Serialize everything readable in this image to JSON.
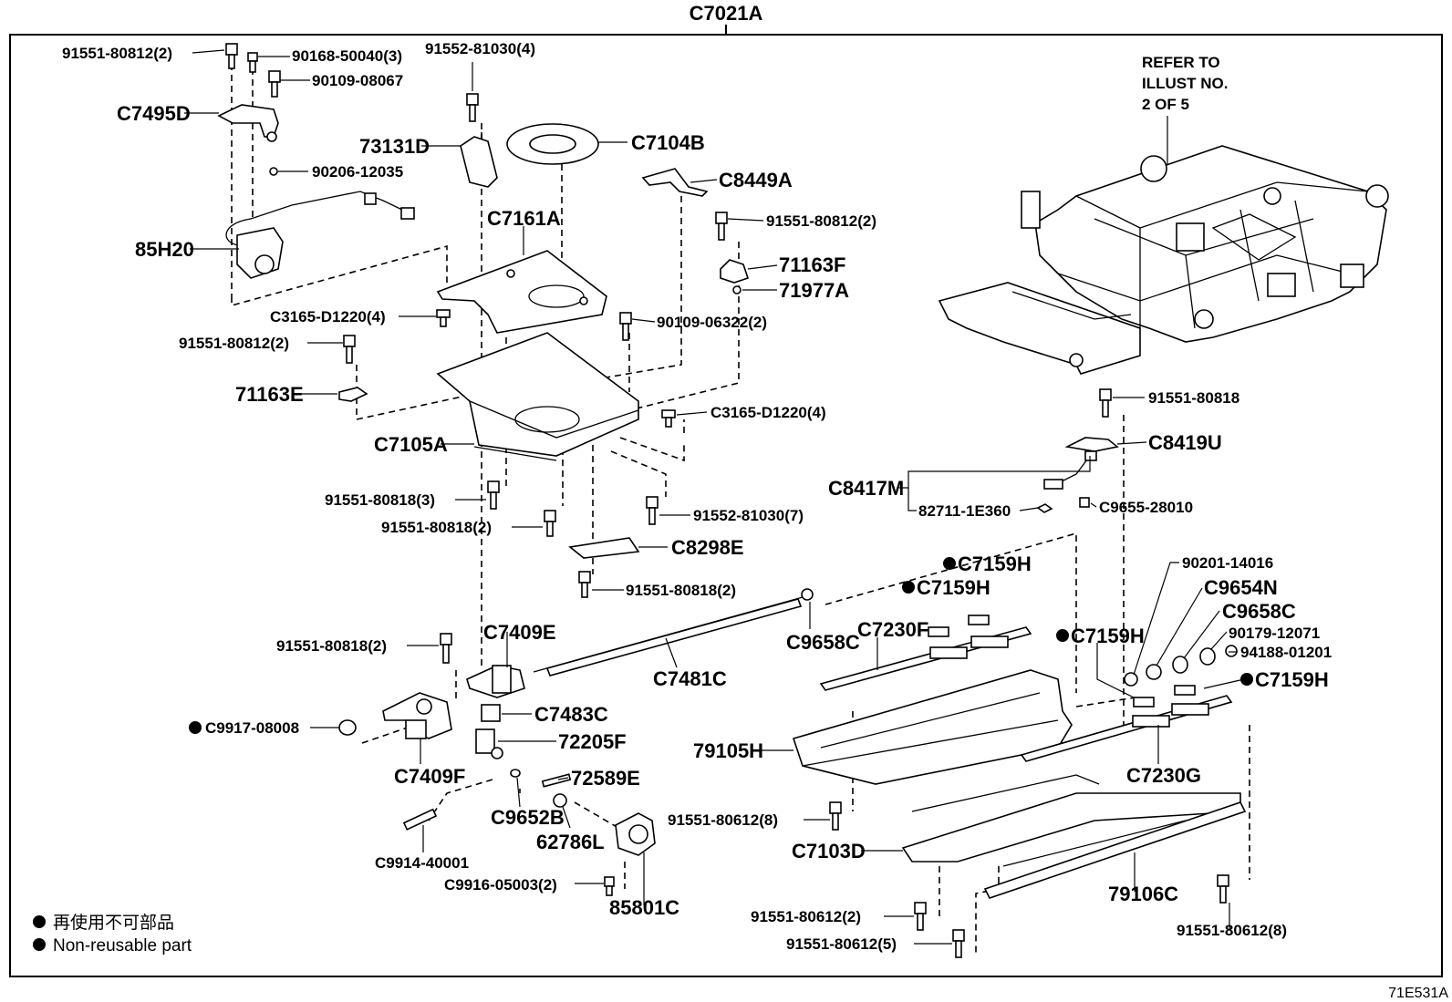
{
  "assembly_label": "C7021A",
  "figure_code": "71E531A",
  "reference_note": [
    "REFER TO",
    "ILLUST NO.",
    "2 OF 5"
  ],
  "legend": {
    "japanese": "再使用不可部品",
    "english": "Non-reusable part"
  },
  "callouts": {
    "p01": "91551-80812(2)",
    "p02": "90168-50040(3)",
    "p03": "91552-81030(4)",
    "p04": "90109-08067",
    "p05": "C7495D",
    "p06": "73131D",
    "p07": "C7104B",
    "p08": "90206-12035",
    "p09": "C8449A",
    "p10": "85H20",
    "p11": "C7161A",
    "p12": "91551-80812(2)",
    "p13": "71163F",
    "p14": "71977A",
    "p15": "C3165-D1220(4)",
    "p16": "90109-06322(2)",
    "p17": "91551-80812(2)",
    "p18": "71163E",
    "p19": "C3165-D1220(4)",
    "p20": "C7105A",
    "p21": "91551-80818",
    "p22": "C8419U",
    "p23": "C8417M",
    "p24": "91551-80818(3)",
    "p25": "82711-1E360",
    "p26": "C9655-28010",
    "p27": "91551-80818(2)",
    "p28": "91552-81030(7)",
    "p29": "C8298E",
    "p30": "90201-14016",
    "p31": "C7159H",
    "p32": "C9654N",
    "p33": "91551-80818(2)",
    "p34": "C7159H",
    "p35": "C9658C",
    "p36": "C7230F",
    "p37": "C9658C",
    "p38": "90179-12071",
    "p39": "C7409E",
    "p40": "C7159H",
    "p41": "94188-01201",
    "p42": "91551-80818(2)",
    "p43": "C7481C",
    "p44": "C7159H",
    "p45": "C9917-08008",
    "p46": "C7483C",
    "p47": "72205F",
    "p48": "79105H",
    "p49": "C7409F",
    "p50": "72589E",
    "p51": "C7230G",
    "p52": "C9652B",
    "p53": "62786L",
    "p54": "91551-80612(8)",
    "p55": "C9914-40001",
    "p56": "C7103D",
    "p57": "C9916-05003(2)",
    "p58": "79106C",
    "p59": "91551-80612(2)",
    "p60": "85801C",
    "p61": "91551-80612(8)",
    "p62": "91551-80612(5)"
  }
}
